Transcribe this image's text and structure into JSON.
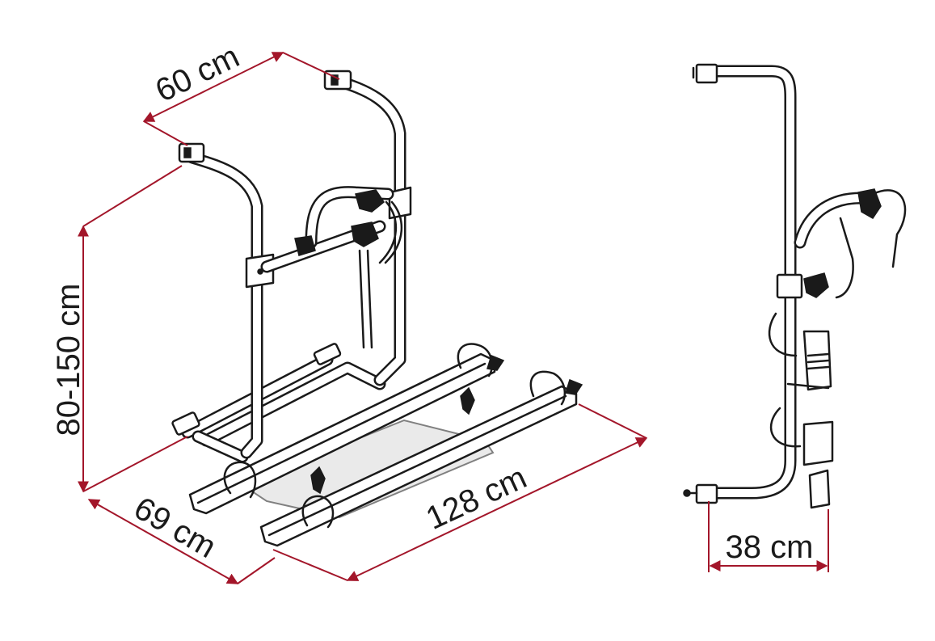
{
  "dimensions": {
    "width_top": "60 cm",
    "height": "80-150 cm",
    "depth": "69 cm",
    "rail_length": "128 cm",
    "side_depth": "38 cm"
  },
  "colors": {
    "dimension_line": "#a3162a",
    "drawing": "#1a1a1a",
    "background": "#ffffff"
  }
}
